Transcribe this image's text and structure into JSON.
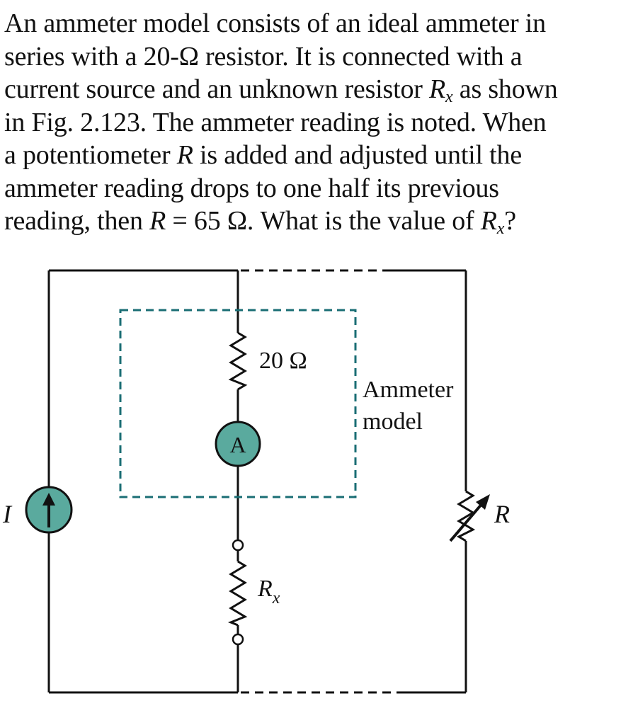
{
  "problem": {
    "line1": "An ammeter model consists of an ideal ammeter in",
    "line2": "series with a 20-Ω resistor. It is connected with a",
    "line3_a": "current source and an unknown resistor ",
    "line3_var": "R",
    "line3_sub": "x",
    "line3_b": " as shown",
    "line4": "in Fig. 2.123. The ammeter reading is noted. When",
    "line5_a": "a potentiometer ",
    "line5_var": "R",
    "line5_b": " is added and adjusted until the",
    "line6": "ammeter reading drops to one half its previous",
    "line7_a": "reading, then ",
    "line7_var": "R",
    "line7_b": " = 65 Ω. What is the value of ",
    "line7_var2": "R",
    "line7_sub2": "x",
    "line7_c": "?"
  },
  "diagram": {
    "resistor_20_label": "20 Ω",
    "ammeter_symbol": "A",
    "ammeter_model_line1": "Ammeter",
    "ammeter_model_line2": "model",
    "current_source_label": "I",
    "potentiometer_label": "R",
    "rx_var": "R",
    "rx_sub": "x",
    "colors": {
      "component_fill": "#5aaa9e",
      "dashed_box": "#1a6e74",
      "wire": "#111111"
    }
  }
}
